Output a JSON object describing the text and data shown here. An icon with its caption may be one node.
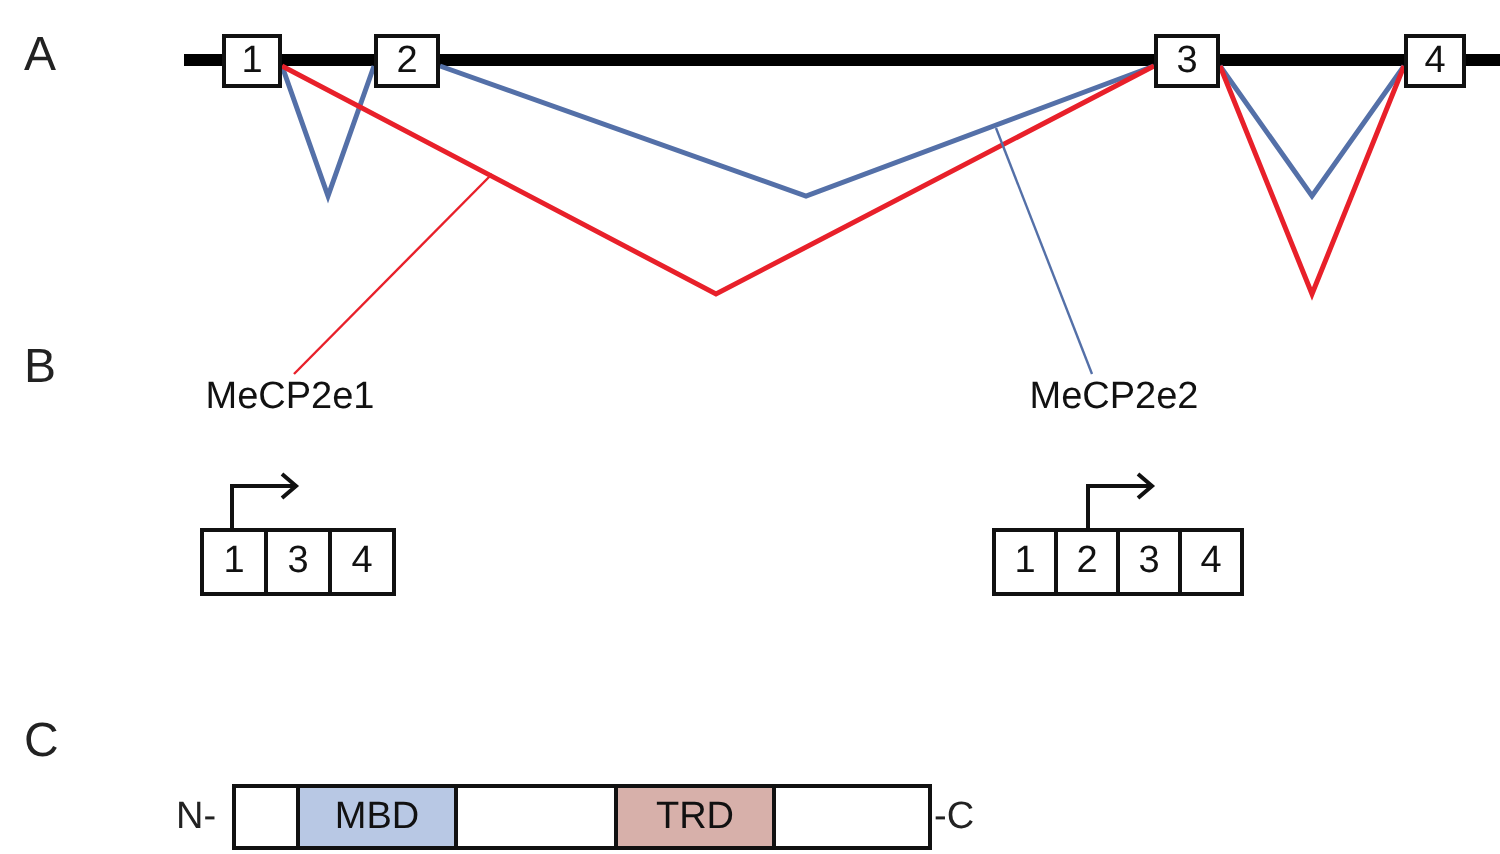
{
  "diagram": {
    "nodes": [
      {
        "text": [
          "1"
        ]
      },
      {
        "text": [
          "2"
        ]
      },
      {
        "text": [
          "3"
        ]
      },
      {
        "text": [
          "4"
        ]
      },
      {
        "text": [
          "MeCP2e1"
        ]
      },
      {
        "text": [
          "MeCP2e2"
        ]
      },
      {
        "text": [
          "1"
        ]
      },
      {
        "text": [
          "3"
        ]
      },
      {
        "text": [
          "4"
        ]
      },
      {
        "text": [
          "1"
        ]
      },
      {
        "text": [
          "2"
        ]
      },
      {
        "text": [
          "3"
        ]
      },
      {
        "text": [
          "4"
        ]
      },
      {
        "text": [],
        "shape": "bar"
      },
      {
        "text": [
          "MBD"
        ],
        "in": 13
      },
      {
        "text": [
          "TRD"
        ],
        "in": 13
      }
    ],
    "edges": [
      {
        "from": 0,
        "to": 1,
        "arrow": "none",
        "color": "#5470a8"
      },
      {
        "from": 1,
        "to": 2,
        "arrow": "none",
        "color": "#5470a8"
      },
      {
        "from": 0,
        "to": 2,
        "arrow": "none",
        "color": "#e8202a"
      },
      {
        "from": 2,
        "to": 3,
        "arrow": "none",
        "color": "#5470a8"
      },
      {
        "from": 2,
        "to": 3,
        "arrow": "none",
        "color": "#e8202a"
      },
      {
        "from": 4,
        "to": null,
        "arrow": "none",
        "color": "#e8202a"
      },
      {
        "from": 5,
        "to": null,
        "arrow": "none",
        "color": "#5470a8"
      }
    ],
    "labels": [
      "A",
      "B",
      "C",
      "N-",
      "-C"
    ]
  }
}
